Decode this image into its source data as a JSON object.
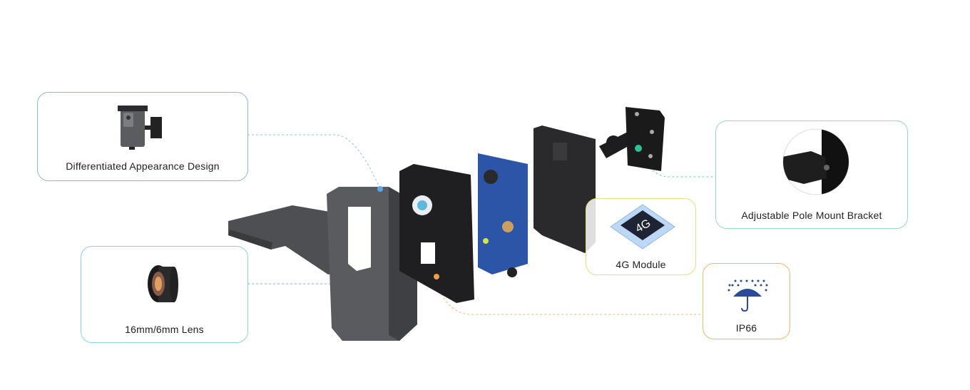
{
  "features": [
    {
      "id": "appearance",
      "label": "Differentiated Appearance Design",
      "icon": "camera-with-bracket-icon",
      "color": "#8fb4e6"
    },
    {
      "id": "lens",
      "label": "16mm/6mm Lens",
      "icon": "lens-icon",
      "color": "#86d2e3"
    },
    {
      "id": "bracket",
      "label": "Adjustable Pole Mount Bracket",
      "icon": "ball-joint-bracket-icon",
      "color": "#8fdac6"
    },
    {
      "id": "module",
      "label": "4G Module",
      "icon": "4g-chip-icon",
      "chip_text": "4G",
      "color": "#e1e27c"
    },
    {
      "id": "ip66",
      "label": "IP66",
      "icon": "umbrella-rain-icon",
      "color": "#f6b36c"
    }
  ]
}
